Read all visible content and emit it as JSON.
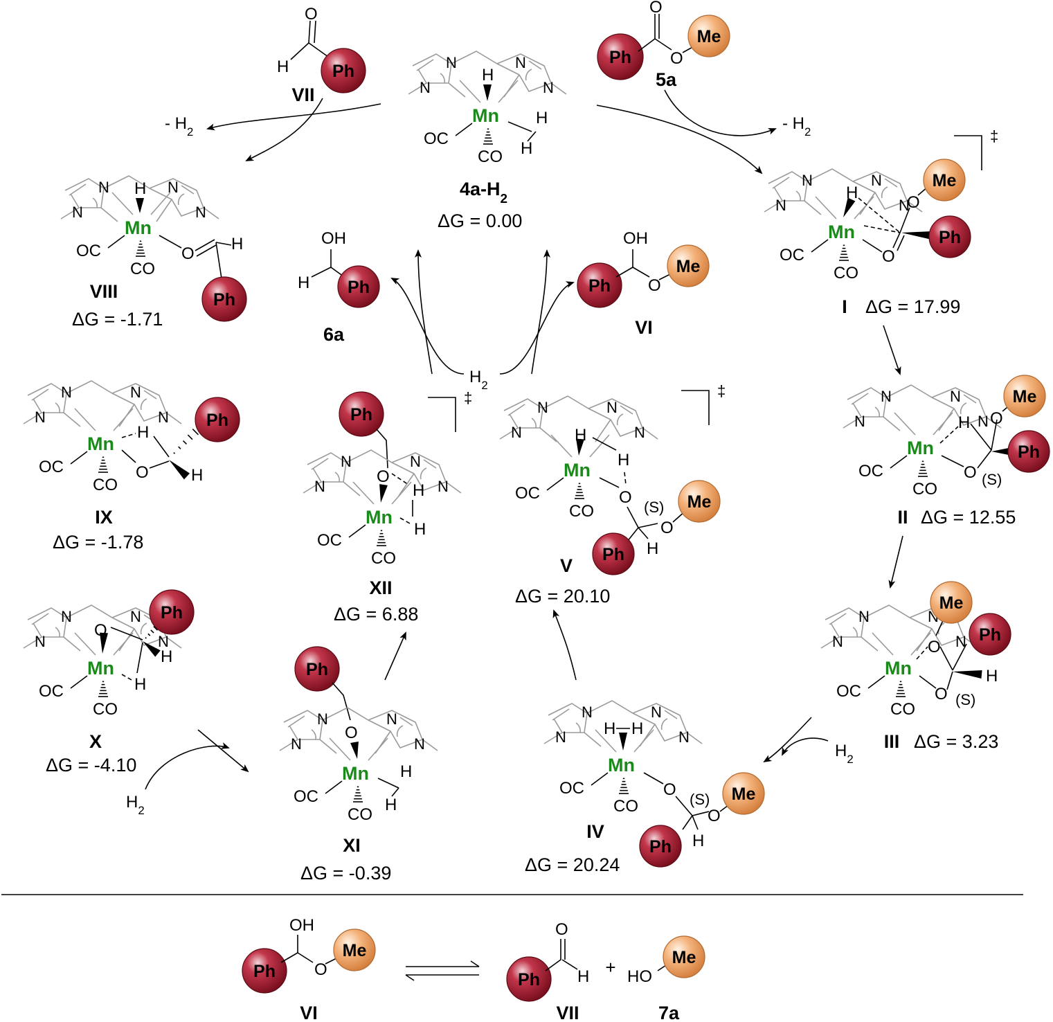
{
  "colors": {
    "manganese": "#1a8a1a",
    "phenyl_ball": "#a01c2c",
    "methyl_ball": "#e8a060",
    "ligand": "#9a9a9a"
  },
  "atoms": {
    "mn": "Mn",
    "h": "H",
    "o": "O",
    "n": "N",
    "co": "CO",
    "oc": "OC",
    "oh": "OH",
    "ho": "HO",
    "ph": "Ph",
    "me": "Me",
    "s": "(S)",
    "h2": "H",
    "h2_sub": "2",
    "minus_h2": "- H",
    "ts": "‡",
    "plus": "+"
  },
  "species": {
    "c4a": {
      "label": "4a-H",
      "label_sub": "2",
      "dg": "ΔG = 0.00"
    },
    "i": {
      "label": "I",
      "dg": "ΔG = 17.99"
    },
    "ii": {
      "label": "II",
      "dg": "ΔG = 12.55"
    },
    "iii": {
      "label": "III",
      "dg": "ΔG = 3.23"
    },
    "iv": {
      "label": "IV",
      "dg": "ΔG = 20.24"
    },
    "v": {
      "label": "V",
      "dg": "ΔG = 20.10"
    },
    "vi": {
      "label": "VI"
    },
    "vii": {
      "label": "VII"
    },
    "viii": {
      "label": "VIII",
      "dg": "ΔG = -1.71"
    },
    "ix": {
      "label": "IX",
      "dg": "ΔG = -1.78"
    },
    "x": {
      "label": "X",
      "dg": "ΔG = -4.10"
    },
    "xi": {
      "label": "XI",
      "dg": "ΔG = -0.39"
    },
    "xii": {
      "label": "XII",
      "dg": "ΔG = 6.88"
    },
    "s5a": {
      "label": "5a"
    },
    "p6a": {
      "label": "6a"
    },
    "p7a": {
      "label": "7a"
    }
  }
}
